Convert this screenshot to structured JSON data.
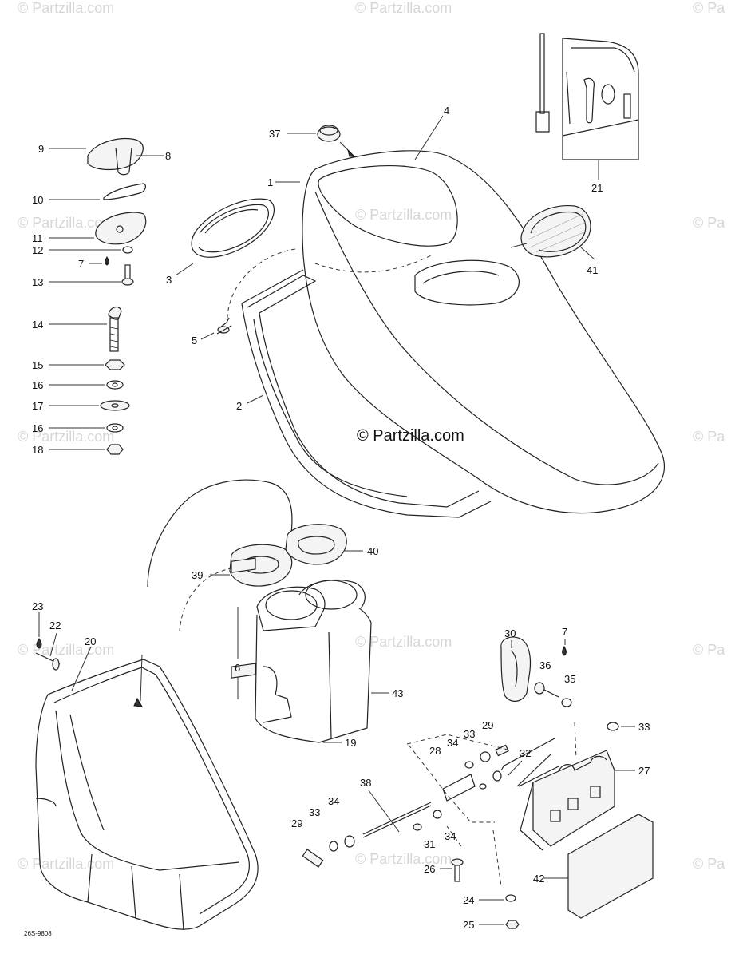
{
  "watermark": {
    "center_text": "© Partzilla.com",
    "repeat_text": "© Partzilla.com",
    "edge_text": "© Pa"
  },
  "diagram_code": "26S-9808",
  "callouts": {
    "c1": "1",
    "c2": "2",
    "c3": "3",
    "c4": "4",
    "c5": "5",
    "c6": "6",
    "c7a": "7",
    "c7b": "7",
    "c8": "8",
    "c9": "9",
    "c10": "10",
    "c11": "11",
    "c12": "12",
    "c13": "13",
    "c14": "14",
    "c15": "15",
    "c16a": "16",
    "c16b": "16",
    "c17": "17",
    "c18": "18",
    "c19": "19",
    "c20": "20",
    "c21": "21",
    "c22": "22",
    "c23": "23",
    "c24": "24",
    "c25": "25",
    "c26": "26",
    "c27": "27",
    "c28": "28",
    "c29a": "29",
    "c29b": "29",
    "c30": "30",
    "c31": "31",
    "c32": "32",
    "c33a": "33",
    "c33b": "33",
    "c33c": "33",
    "c34a": "34",
    "c34b": "34",
    "c34c": "34",
    "c35": "35",
    "c36": "36",
    "c37": "37",
    "c38": "38",
    "c39": "39",
    "c40": "40",
    "c41": "41",
    "c42": "42",
    "c43": "43"
  }
}
